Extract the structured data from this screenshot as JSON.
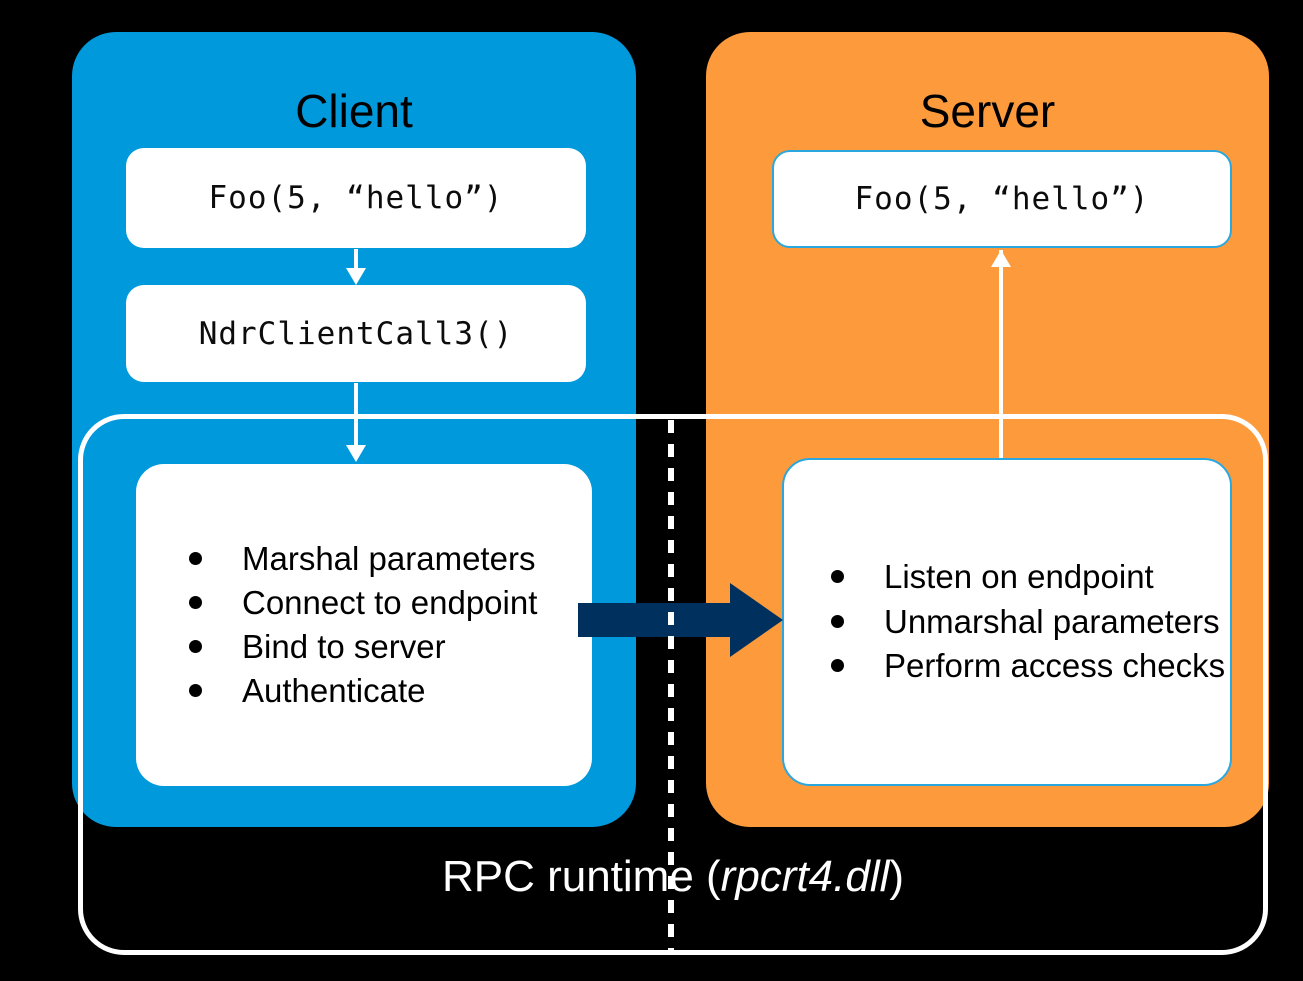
{
  "diagram": {
    "title": "RPC runtime diagram",
    "colors": {
      "client_panel": "#0099DC",
      "server_panel": "#FC9A3C",
      "navy_arrow": "#00315E",
      "box_fill": "#FFFFFF",
      "box_edge": "#2BA7DF",
      "background": "#000000",
      "outline": "#FFFFFF"
    }
  },
  "client": {
    "title": "Client",
    "call_box": "Foo(5, “hello”)",
    "stub_box": "NdrClientCall3()",
    "steps": [
      "Marshal parameters",
      "Connect to endpoint",
      "Bind to server",
      "Authenticate"
    ]
  },
  "server": {
    "title": "Server",
    "call_box": "Foo(5, “hello”)",
    "steps": [
      "Listen on endpoint",
      "Unmarshal parameters",
      "Perform access checks"
    ]
  },
  "runtime": {
    "label_prefix": "RPC runtime (",
    "label_italic": "rpcrt4.dll",
    "label_suffix": ")"
  }
}
